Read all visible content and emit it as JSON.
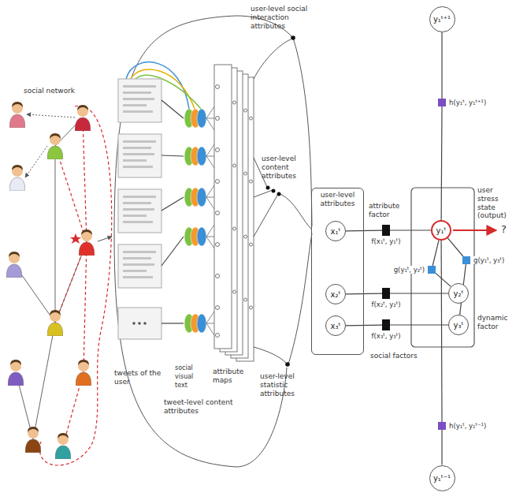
{
  "diagram": {
    "nodes": [
      {
        "text": [
          "user-level attributes"
        ]
      },
      {
        "text": [
          "x₁ᵗ"
        ],
        "in": 0
      },
      {
        "text": [
          "x₂ᵗ"
        ],
        "in": 0
      },
      {
        "text": [
          "x₃ᵗ"
        ],
        "in": 0
      },
      {
        "text": [
          "f(x₁ᵗ, y₁ᵗ)"
        ]
      },
      {
        "text": [
          "f(x₂ᵗ, y₂ᵗ)"
        ]
      },
      {
        "text": [
          "f(x₃ᵗ, y₃ᵗ)"
        ]
      },
      {
        "text": [
          "y₁ᵗ⁺¹"
        ]
      },
      {
        "text": [
          "h(y₁ᵗ, y₁ᵗ⁺¹)"
        ]
      },
      {
        "text": [
          "y₁ᵗ"
        ]
      },
      {
        "text": [
          "g(y₁ᵗ, y₃ᵗ)"
        ]
      },
      {
        "text": [
          "g(y₁ᵗ, y₂ᵗ)"
        ]
      },
      {
        "text": [
          "y₂ᵗ"
        ]
      },
      {
        "text": [
          "y₃ᵗ"
        ]
      },
      {
        "text": [
          "h(y₁ᵗ, y₁ᵗ⁻¹)"
        ]
      },
      {
        "text": [
          "y₁ᵗ⁻¹"
        ]
      }
    ],
    "edges": [
      {
        "from": 1,
        "to": 4,
        "arrow": "none"
      },
      {
        "from": 4,
        "to": 9,
        "arrow": "none"
      },
      {
        "from": 2,
        "to": 5,
        "arrow": "none"
      },
      {
        "from": 5,
        "to": 12,
        "arrow": "none"
      },
      {
        "from": 3,
        "to": 6,
        "arrow": "none"
      },
      {
        "from": 6,
        "to": 13,
        "arrow": "none"
      },
      {
        "from": 7,
        "to": 8,
        "arrow": "none"
      },
      {
        "from": 8,
        "to": 9,
        "arrow": "none"
      },
      {
        "from": 9,
        "to": 10,
        "arrow": "none"
      },
      {
        "from": 10,
        "to": 13,
        "arrow": "none"
      },
      {
        "from": 9,
        "to": 11,
        "arrow": "none"
      },
      {
        "from": 11,
        "to": 12,
        "arrow": "none"
      },
      {
        "from": 9,
        "to": 14,
        "arrow": "none"
      },
      {
        "from": 14,
        "to": 15,
        "arrow": "none"
      }
    ],
    "labels": [
      "social network",
      "tweets of the user",
      "social",
      "visual",
      "text",
      "tweet-level content attributes",
      "attribute maps",
      "user-level social interaction attributes",
      "user-level content attributes",
      "user-level statistic attributes",
      "attribute factor",
      "user stress state (output)",
      "?",
      "social factors",
      "dynamic factor"
    ]
  }
}
